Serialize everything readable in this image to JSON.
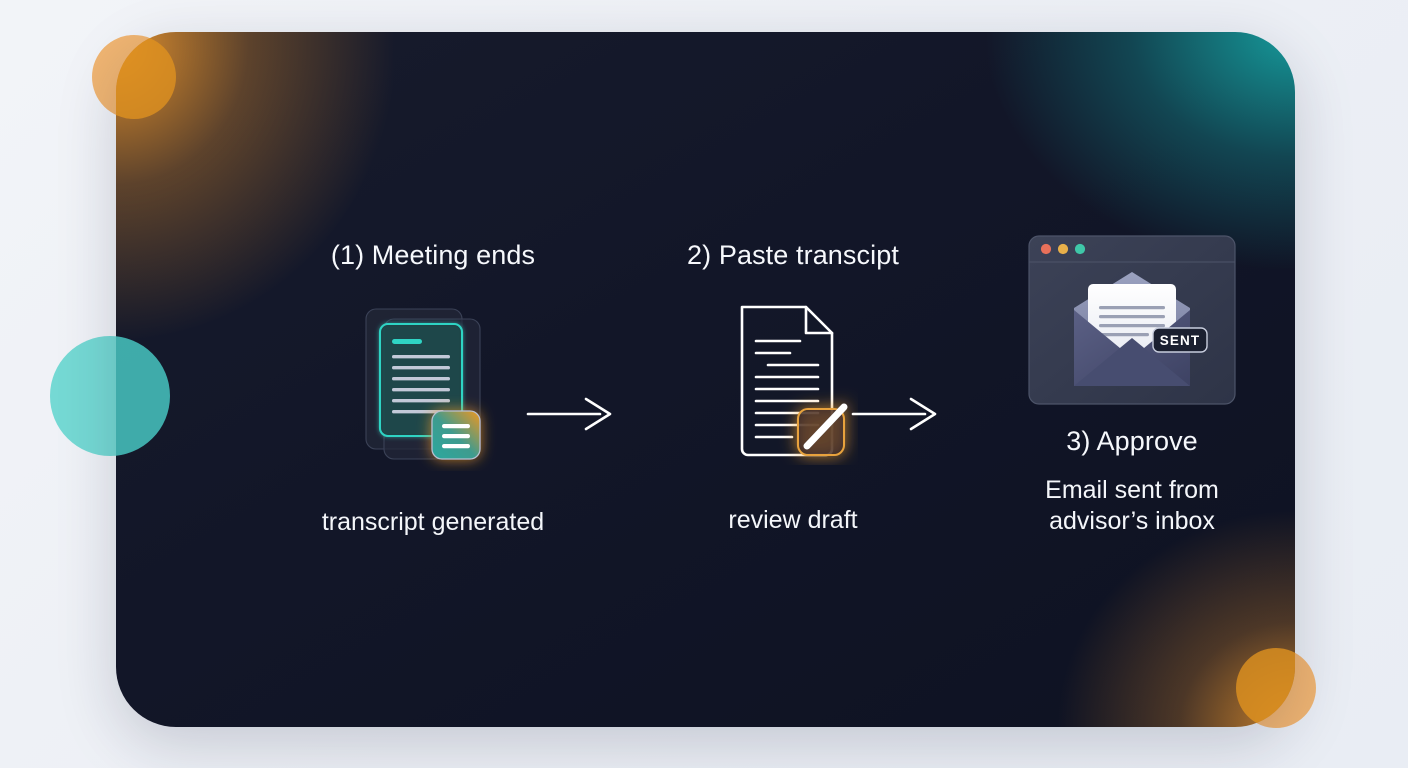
{
  "page": {
    "background_color": "#eef1f6",
    "card_color": "#121628",
    "accent_teal": "#2fb5ad",
    "accent_orange": "#eb962e"
  },
  "decorations": [
    {
      "name": "orange-circle-top-left",
      "color": "#f0a95a"
    },
    {
      "name": "teal-circle-left",
      "color": "#6ed7d2"
    },
    {
      "name": "orange-circle-bottom-right",
      "color": "#f0a95a"
    }
  ],
  "flow": {
    "steps": [
      {
        "title": "(1) Meeting ends",
        "caption": "transcript generated",
        "icon": "stacked-transcript-documents-icon"
      },
      {
        "title": "2) Paste transcipt",
        "caption": "review draft",
        "icon": "document-with-pen-icon"
      },
      {
        "title": "3) Approve",
        "caption_line1": "Email sent from",
        "caption_line2": "advisor’s inbox",
        "icon": "email-window-envelope-icon",
        "badge": "SENT"
      }
    ],
    "connectors": [
      {
        "name": "arrow-step1-to-step2",
        "glyph": "arrow-right-icon"
      },
      {
        "name": "arrow-step2-to-step3",
        "glyph": "arrow-right-icon"
      }
    ]
  },
  "email_window": {
    "traffic_lights": [
      "#e8705a",
      "#e8b04a",
      "#3fc7a8"
    ],
    "badge_label": "SENT"
  }
}
